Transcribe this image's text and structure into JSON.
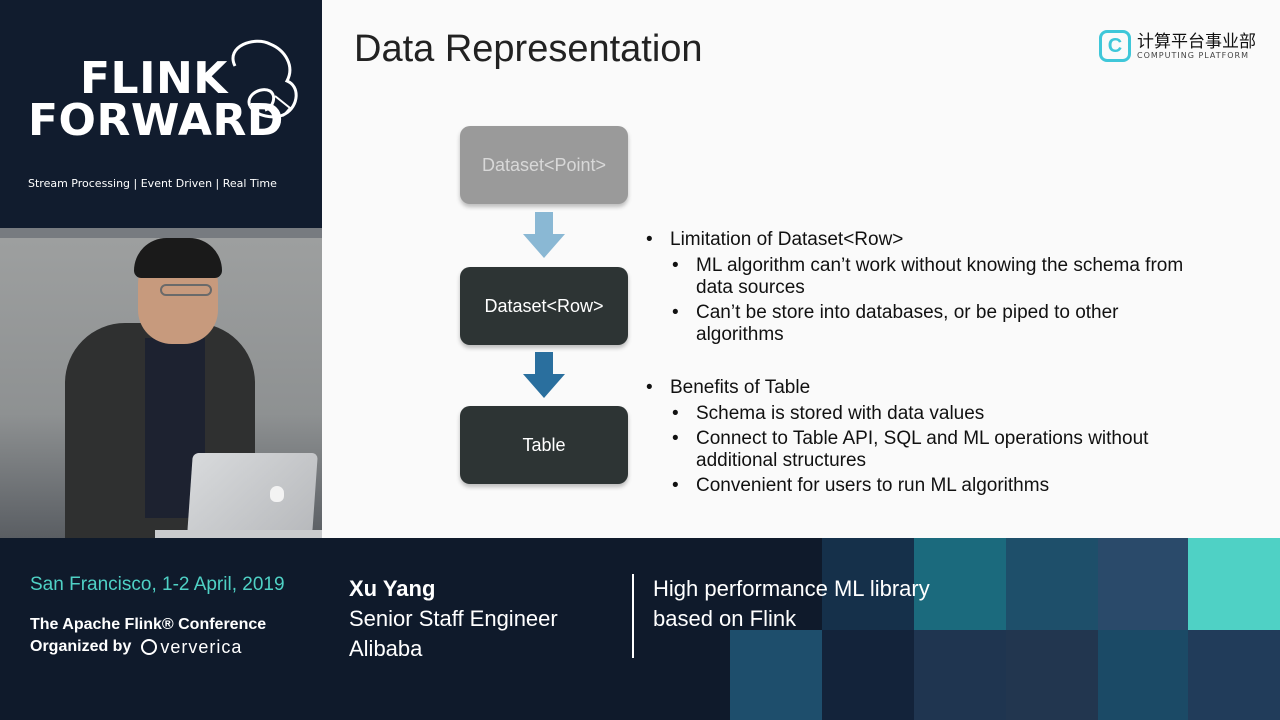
{
  "brand": {
    "logo_line1": "FLINK",
    "logo_line2": "FORWARD",
    "tagline": "Stream Processing | Event Driven | Real Time"
  },
  "slide": {
    "title": "Data Representation",
    "platform_logo_cn": "计算平台事业部",
    "platform_logo_en": "COMPUTING PLATFORM",
    "boxes": [
      "Dataset<Point>",
      "Dataset<Row>",
      "Table"
    ],
    "sections": [
      {
        "heading": "Limitation of Dataset<Row>",
        "items": [
          "ML algorithm can’t work without knowing the schema from data sources",
          "Can’t be store into databases, or be piped to other algorithms"
        ]
      },
      {
        "heading": "Benefits of Table",
        "items": [
          "Schema is stored with data values",
          "Connect to Table API, SQL and ML operations without additional structures",
          "Convenient for users to run ML algorithms"
        ]
      }
    ]
  },
  "footer": {
    "location_date": "San Francisco, 1-2 April, 2019",
    "conference_line": "The Apache Flink® Conference",
    "organized_by": "Organized by",
    "organizer_logo": "ververica",
    "speaker_name": "Xu Yang",
    "speaker_title": "Senior Staff Engineer",
    "speaker_company": "Alibaba",
    "talk_line1": "High performance ML library",
    "talk_line2": "based on Flink"
  },
  "colors": {
    "navy": "#0f1a2b",
    "teal": "#4fd1c5",
    "box_dark": "#2d3434",
    "box_gray": "#9a9a9a",
    "arrow_light": "#8ab8d4",
    "arrow_dark": "#2a6f9e"
  }
}
